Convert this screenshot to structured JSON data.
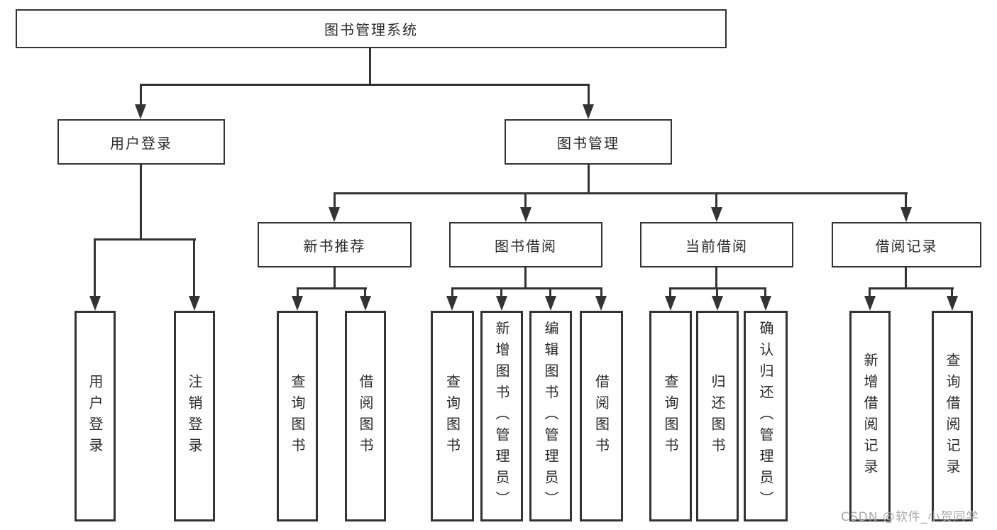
{
  "diagram": {
    "root_label": "图书管理系统",
    "level1": {
      "user_login": "用户登录",
      "book_mgmt": "图书管理"
    },
    "level2": {
      "new_books": "新书推荐",
      "book_borrow": "图书借阅",
      "current_borrow": "当前借阅",
      "borrow_records": "借阅记录"
    },
    "leaves": {
      "user_login": [
        "用户登录",
        "注销登录"
      ],
      "new_books": [
        "查询图书",
        "借阅图书"
      ],
      "book_borrow": [
        "查询图书",
        "新增图书（管理员）",
        "编辑图书（管理员）",
        "借阅图书"
      ],
      "current_borrow": [
        "查询图书",
        "归还图书",
        "确认归还（管理员）"
      ],
      "borrow_records": [
        "新增借阅记录",
        "查询借阅记录"
      ]
    }
  },
  "watermark": {
    "text": "CSDN @软件_小贺同学"
  },
  "colors": {
    "line": "#333333",
    "text": "#2a2a2a",
    "watermark": "#a8a8a8",
    "background": "#ffffff"
  }
}
